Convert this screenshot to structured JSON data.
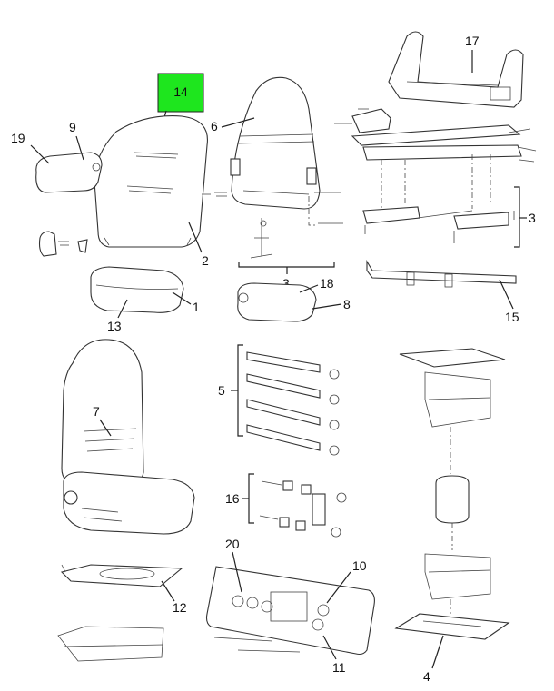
{
  "callouts": {
    "c14": "14",
    "c17": "17",
    "c9": "9",
    "c19": "19",
    "c6": "6",
    "c3a": "3",
    "c3b": "3",
    "c2": "2",
    "c1": "1",
    "c13": "13",
    "c18": "18",
    "c8": "8",
    "c15": "15",
    "c5": "5",
    "c7": "7",
    "c16": "16",
    "c20": "20",
    "c10": "10",
    "c12": "12",
    "c11": "11",
    "c4": "4"
  },
  "colors": {
    "highlight": "#1ee61e",
    "line": "#222222"
  }
}
